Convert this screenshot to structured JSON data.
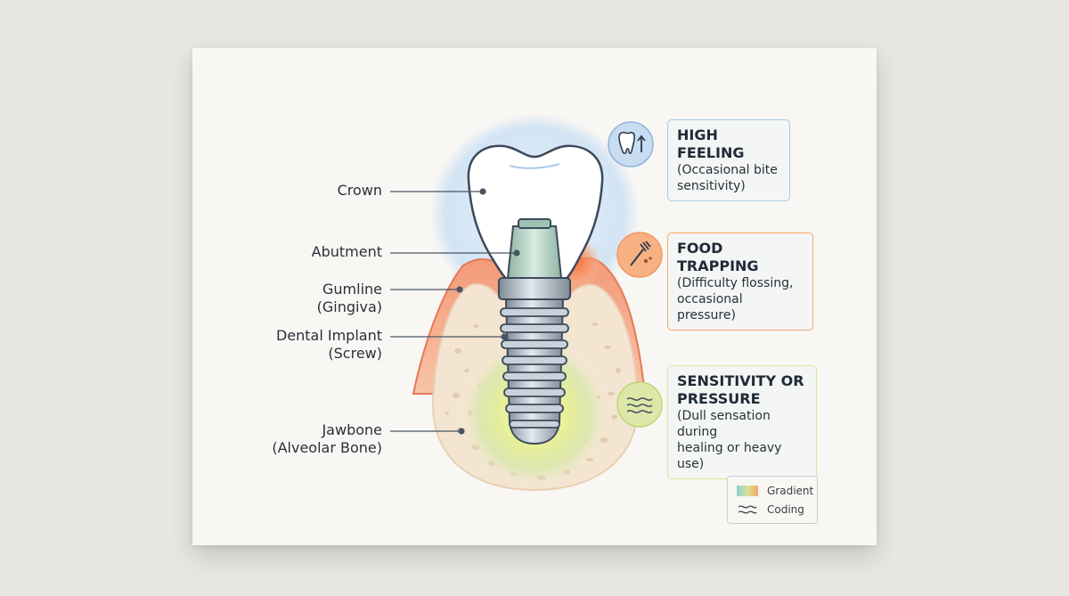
{
  "labels": {
    "crown": "Crown",
    "abutment": "Abutment",
    "gumline": [
      "Gumline",
      "(Gingiva)"
    ],
    "implant": [
      "Dental Implant",
      "(Screw)"
    ],
    "jawbone": [
      "Jawbone",
      "(Alveolar Bone)"
    ]
  },
  "callouts": [
    {
      "title": "HIGH FEELING",
      "desc": [
        "(Occasional bite",
        "sensitivity)"
      ],
      "icon": "tooth-arrow-icon",
      "color": "#a9c8ea"
    },
    {
      "title": "FOOD TRAPPING",
      "desc": [
        "(Difficulty flossing,",
        "occasional pressure)"
      ],
      "icon": "fork-icon",
      "color": "#f4a766"
    },
    {
      "title": [
        "SENSITIVITY OR",
        "PRESSURE"
      ],
      "desc": [
        "(Dull sensation during",
        "healing or heavy use)"
      ],
      "icon": "waves-icon",
      "color": "#d9e39a"
    }
  ],
  "legend": {
    "gradient": "Gradient",
    "coding": "Coding"
  }
}
